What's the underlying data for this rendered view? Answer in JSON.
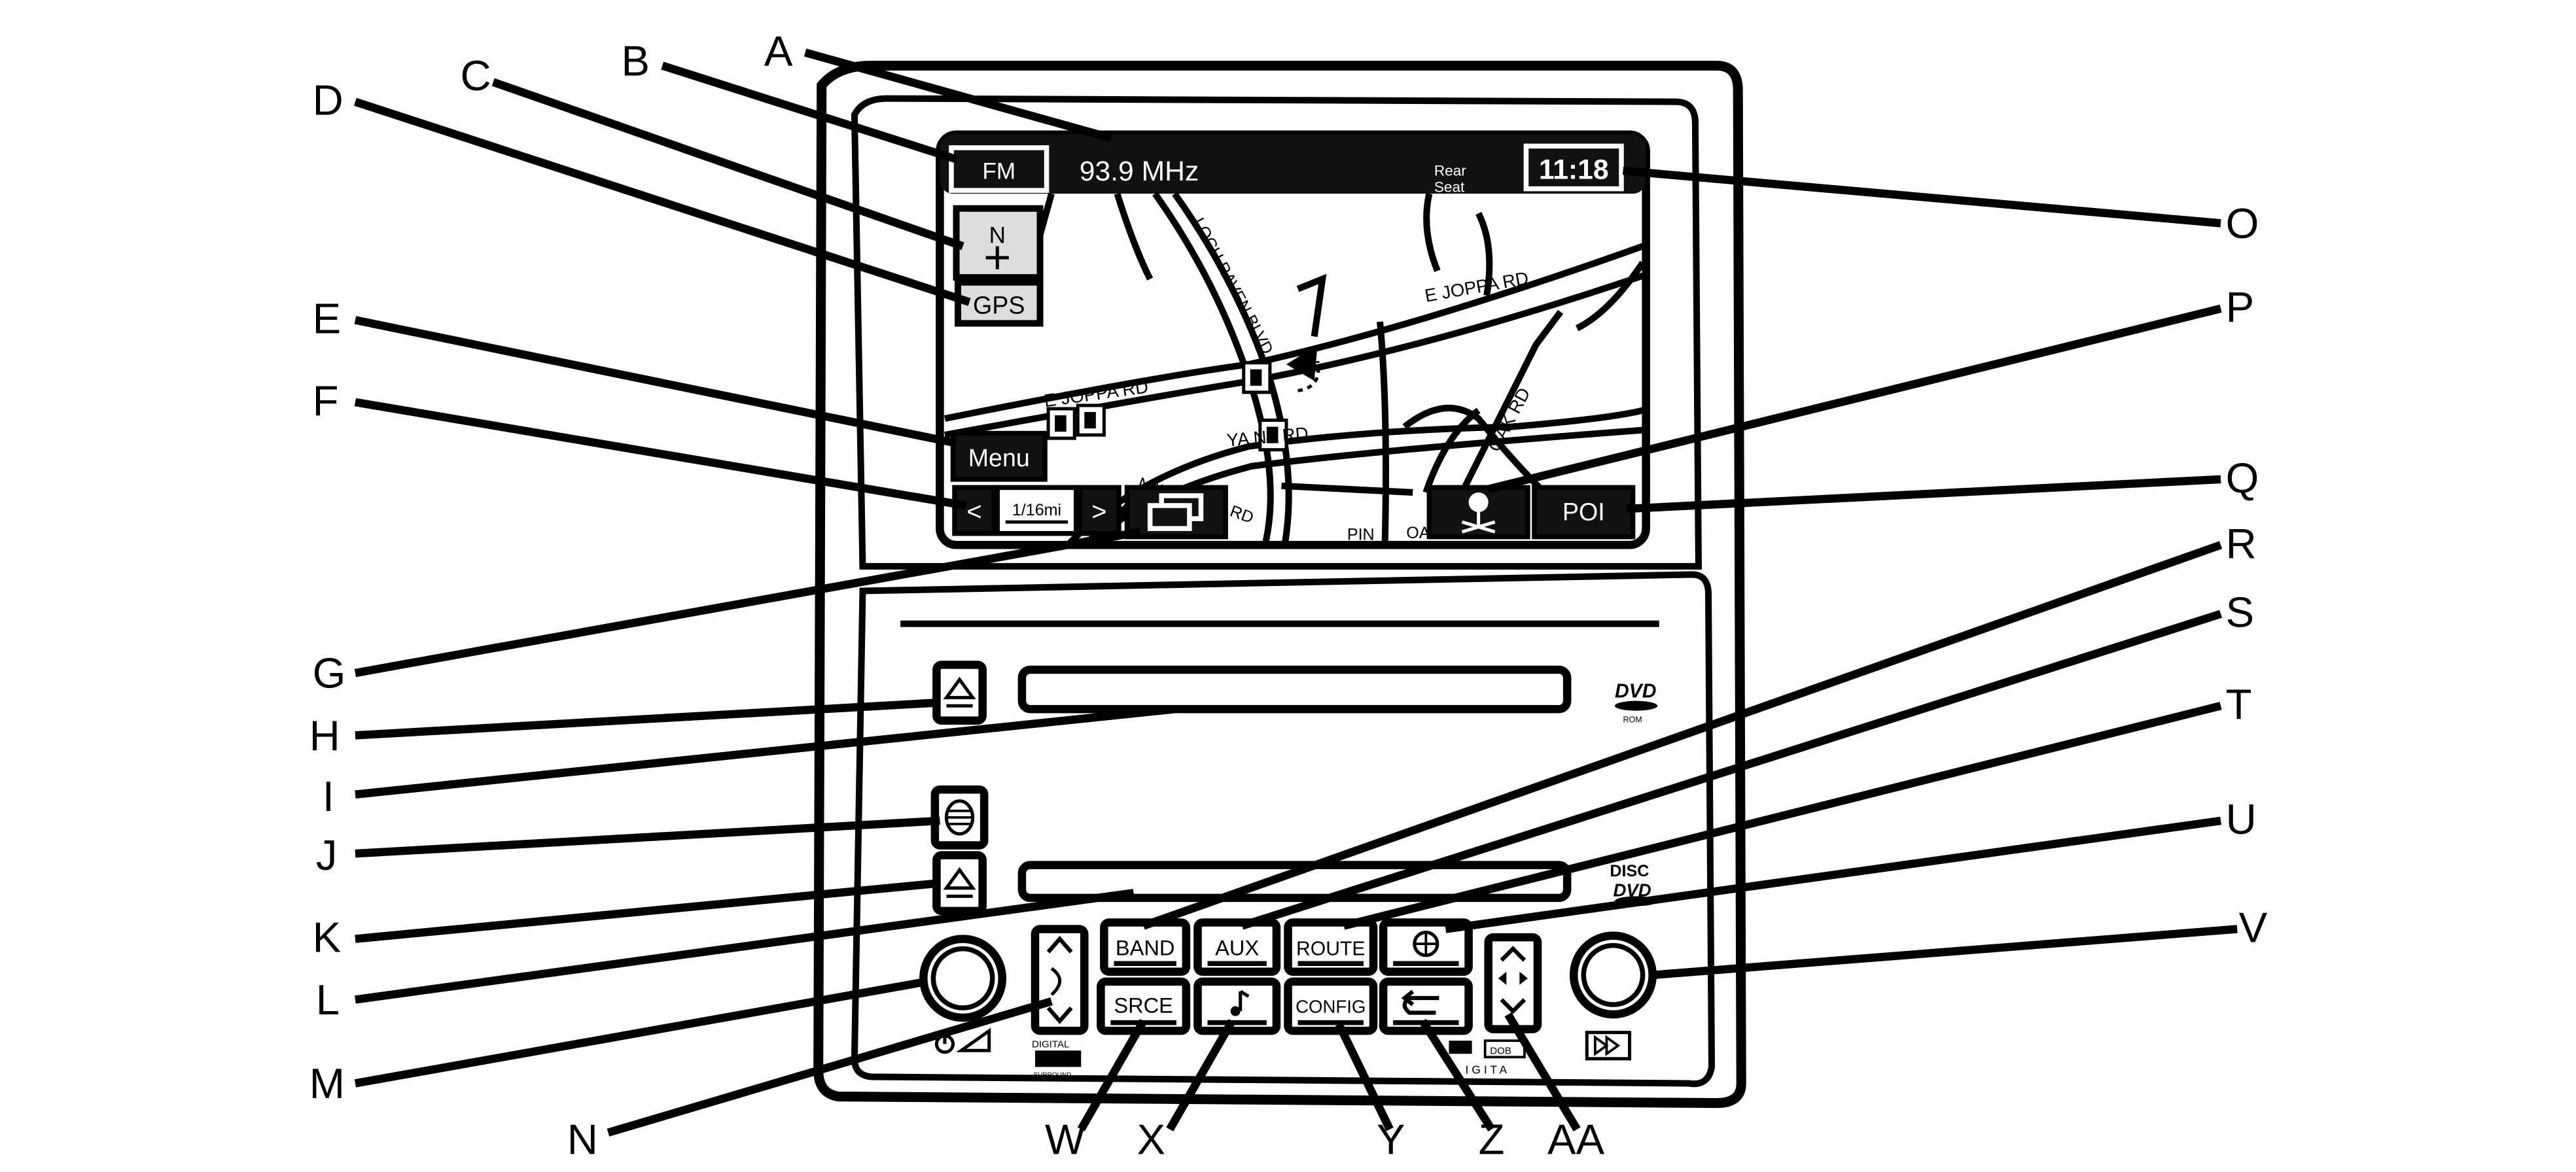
{
  "screen": {
    "band": "FM",
    "frequency": "93.9 MHz",
    "rear_seat_line1": "Rear",
    "rear_seat_line2": "Seat",
    "clock": "11:18",
    "north_label": "N",
    "gps_label": "GPS",
    "menu_label": "Menu",
    "scale_label": "1/16mi",
    "scale_prev": "<",
    "scale_next": ">",
    "poi_label": "POI"
  },
  "map_labels": {
    "e_joppa_right": "E JOPPA RD",
    "e_joppa_left": "E JOPPA RD",
    "loch_raven": "LOCH RAVEN BLVD",
    "yadkina": "YA   NA RD",
    "oak": "OAK RD",
    "nat": "NAT",
    "rd": "RD",
    "pin": "PIN",
    "oakrd": "OAKRD"
  },
  "buttons": {
    "band": "BAND",
    "aux": "AUX",
    "route": "ROUTE",
    "srce": "SRCE",
    "config": "CONFIG"
  },
  "badges": {
    "dvd_rom": "DVD",
    "dvd_rom_sub": "ROM",
    "disc": "DISC",
    "dvd": "DVD",
    "digital": "DIGITAL",
    "surround": "SURROUND",
    "dolby_digital": "I G I T A",
    "dolby": "DOB"
  },
  "callouts": {
    "A": "A",
    "B": "B",
    "C": "C",
    "D": "D",
    "E": "E",
    "F": "F",
    "G": "G",
    "H": "H",
    "I": "I",
    "J": "J",
    "K": "K",
    "L": "L",
    "M": "M",
    "N": "N",
    "O": "O",
    "P": "P",
    "Q": "Q",
    "R": "R",
    "S": "S",
    "T": "T",
    "U": "U",
    "V": "V",
    "W": "W",
    "X": "X",
    "Y": "Y",
    "Z": "Z",
    "AA": "AA"
  }
}
